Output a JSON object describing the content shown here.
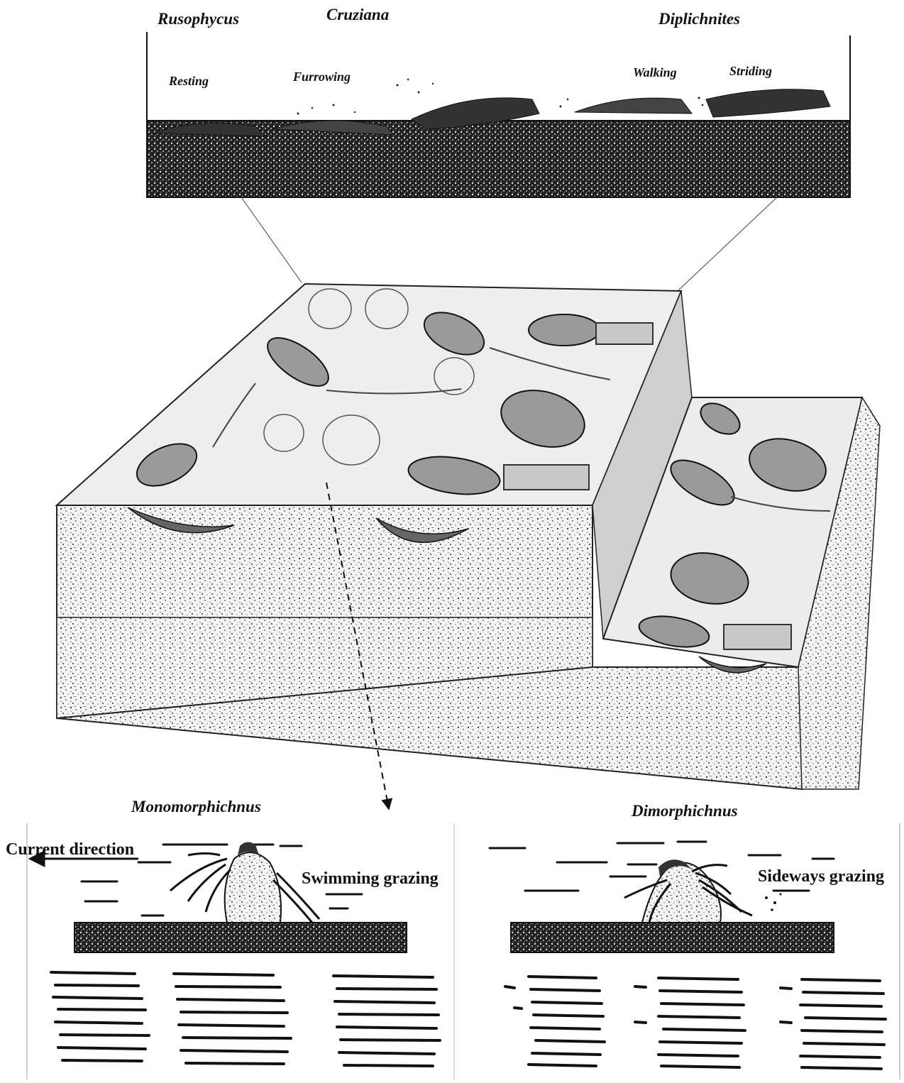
{
  "top_panel": {
    "ichnogenera": [
      "Rusophycus",
      "Cruziana",
      "Diplichnites"
    ],
    "behaviours": [
      "Resting",
      "Furrowing",
      "Walking",
      "Striding"
    ]
  },
  "bottom_left": {
    "ichnogenus": "Monomorphichnus",
    "current_label": "Current direction",
    "behaviour": "Swimming grazing"
  },
  "bottom_right": {
    "ichnogenus": "Dimorphichnus",
    "behaviour": "Sideways grazing"
  },
  "colors": {
    "ink": "#111111",
    "sediment": "#d8d8d8",
    "paper": "#ffffff"
  }
}
